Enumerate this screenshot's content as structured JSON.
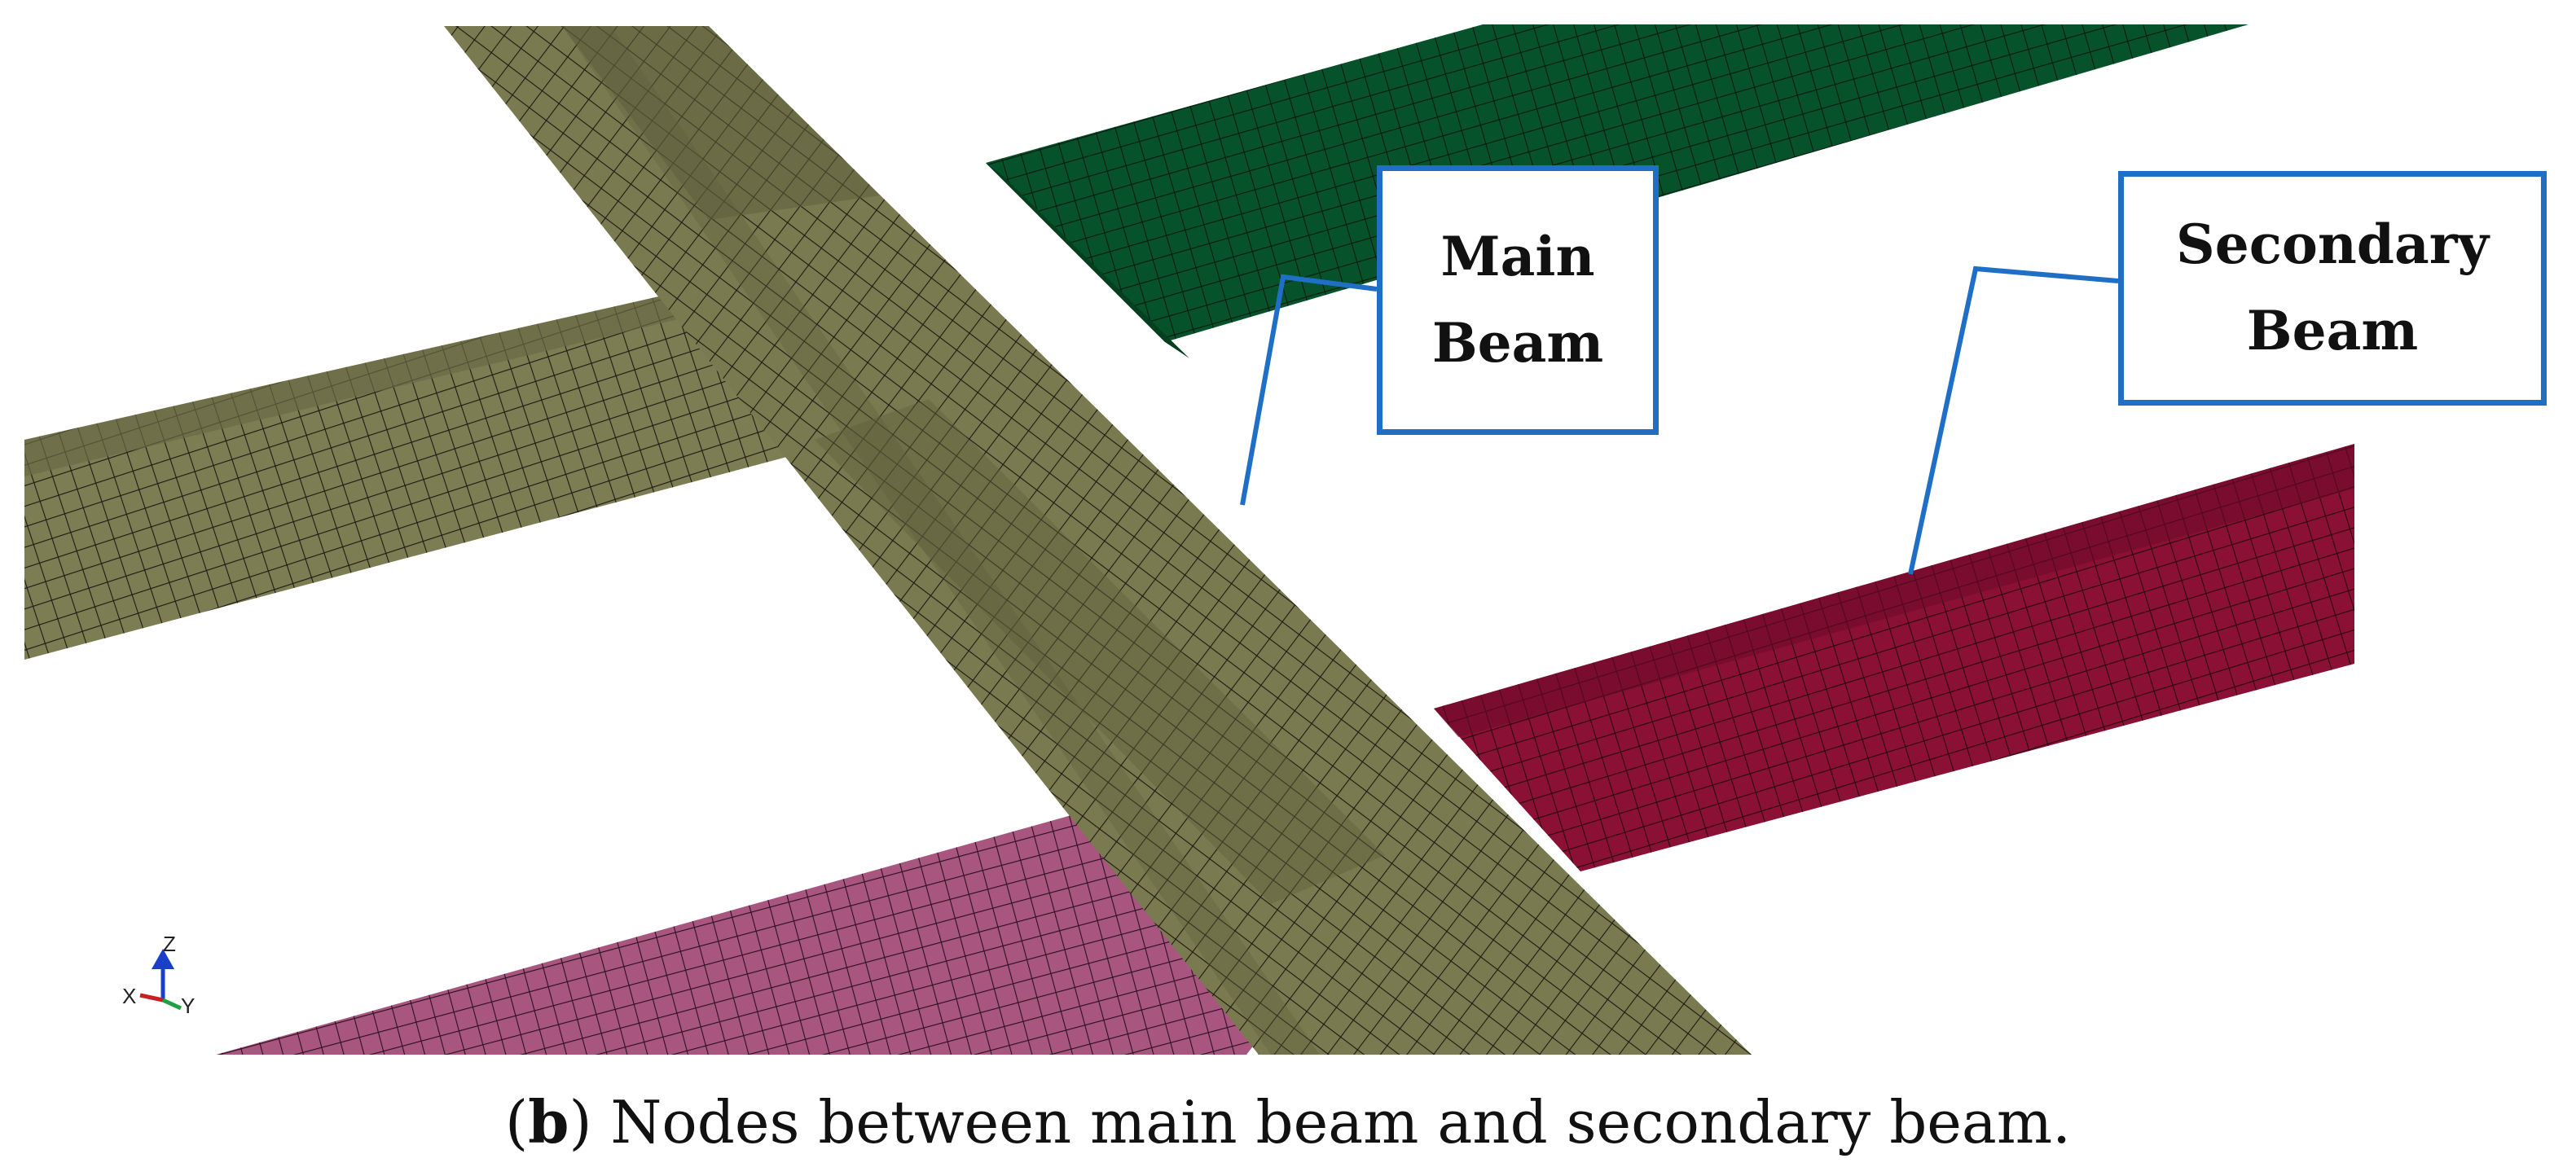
{
  "callouts": {
    "main_beam": {
      "line1": "Main",
      "line2": "Beam"
    },
    "secondary_beam": {
      "line1": "Secondary",
      "line2": "Beam"
    }
  },
  "caption": {
    "open_paren": "(",
    "label": "b",
    "close_paren": ")",
    "text": " Nodes between main beam and secondary beam."
  },
  "triad": {
    "x": "X",
    "y": "Y",
    "z": "Z"
  },
  "colors": {
    "main_beam": "#7a7a50",
    "main_beam_dark": "#5f5f3c",
    "upper_left_beam": "#7d7d54",
    "upper_secondary_beam": "#06522a",
    "lower_secondary_beam": "#8a1035",
    "lower_left_beam": "#a8557f",
    "upper_end_plate": "#e08aa8",
    "lower_end_plate": "#8a4a25",
    "mesh_line": "#1a1a14",
    "callout_border": "#1f6fc6"
  }
}
